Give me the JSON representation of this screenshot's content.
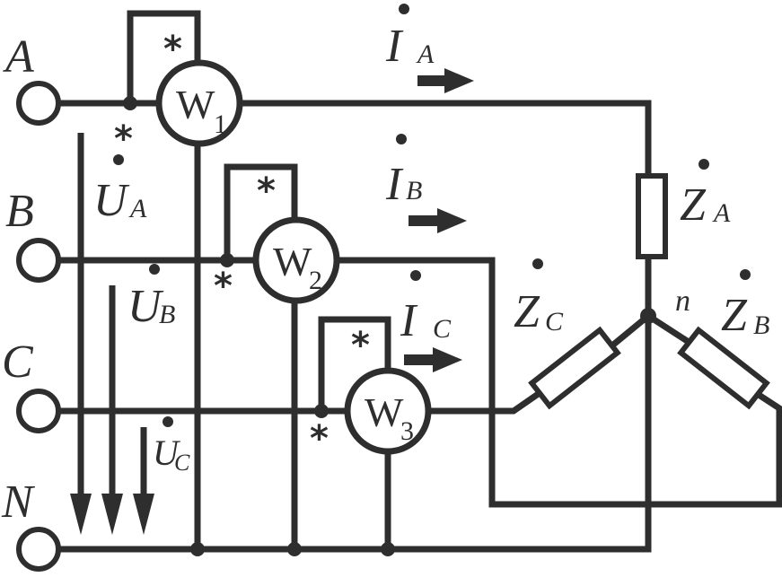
{
  "colors": {
    "ink": "#2e2e2e",
    "background": "#ffffff"
  },
  "terminals": {
    "a": "A",
    "b": "B",
    "c": "C",
    "n": "N"
  },
  "wattmeters": {
    "w1": {
      "letter": "W",
      "index": "1"
    },
    "w2": {
      "letter": "W",
      "index": "2"
    },
    "w3": {
      "letter": "W",
      "index": "3"
    }
  },
  "polarity_mark": "*",
  "currents": {
    "ia": {
      "symbol": "I",
      "sub": "A"
    },
    "ib": {
      "symbol": "I",
      "sub": "B"
    },
    "ic": {
      "symbol": "I",
      "sub": "C"
    }
  },
  "voltages": {
    "ua": {
      "symbol": "U",
      "sub": "A"
    },
    "ub": {
      "symbol": "U",
      "sub": "B"
    },
    "uc": {
      "symbol": "U",
      "sub": "C"
    }
  },
  "impedances": {
    "za": {
      "symbol": "Z",
      "sub": "A"
    },
    "zb": {
      "symbol": "Z",
      "sub": "B"
    },
    "zc": {
      "symbol": "Z",
      "sub": "C"
    }
  },
  "neutral_point": "n"
}
